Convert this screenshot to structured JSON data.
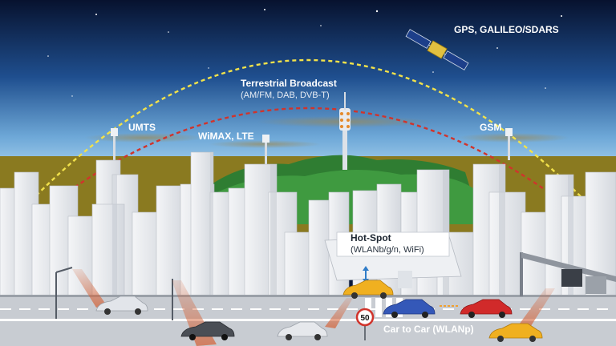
{
  "labels": {
    "gps": "GPS, GALILEO/SDARS",
    "terrestrial_title": "Terrestrial Broadcast",
    "terrestrial_sub": "(AM/FM, DAB, DVB-T)",
    "umts": "UMTS",
    "wimax": "WiMAX, LTE",
    "gsm": "GSM",
    "hotspot_title": "Hot-Spot",
    "hotspot_sub": "(WLANb/g/n, WiFi)",
    "car2car": "Car to Car (WLANp)",
    "speed_sign": "50"
  },
  "icons": {
    "satellite": "satellite-icon",
    "broadcast_tower": "broadcast-tower-icon",
    "cell_tower": "cell-tower-icon",
    "car": "car-icon",
    "speed_limit": "speed-limit-sign-icon"
  },
  "colors": {
    "sky_top": "#0b1a3c",
    "sky_bottom": "#7fb8e0",
    "gps_arc": "#f2e24a",
    "broadcast_arc": "#d0342c",
    "ground": "#8a7a20",
    "forest": "#2f7d32",
    "road": "#c8ccd2",
    "beam": "#d4643a"
  }
}
